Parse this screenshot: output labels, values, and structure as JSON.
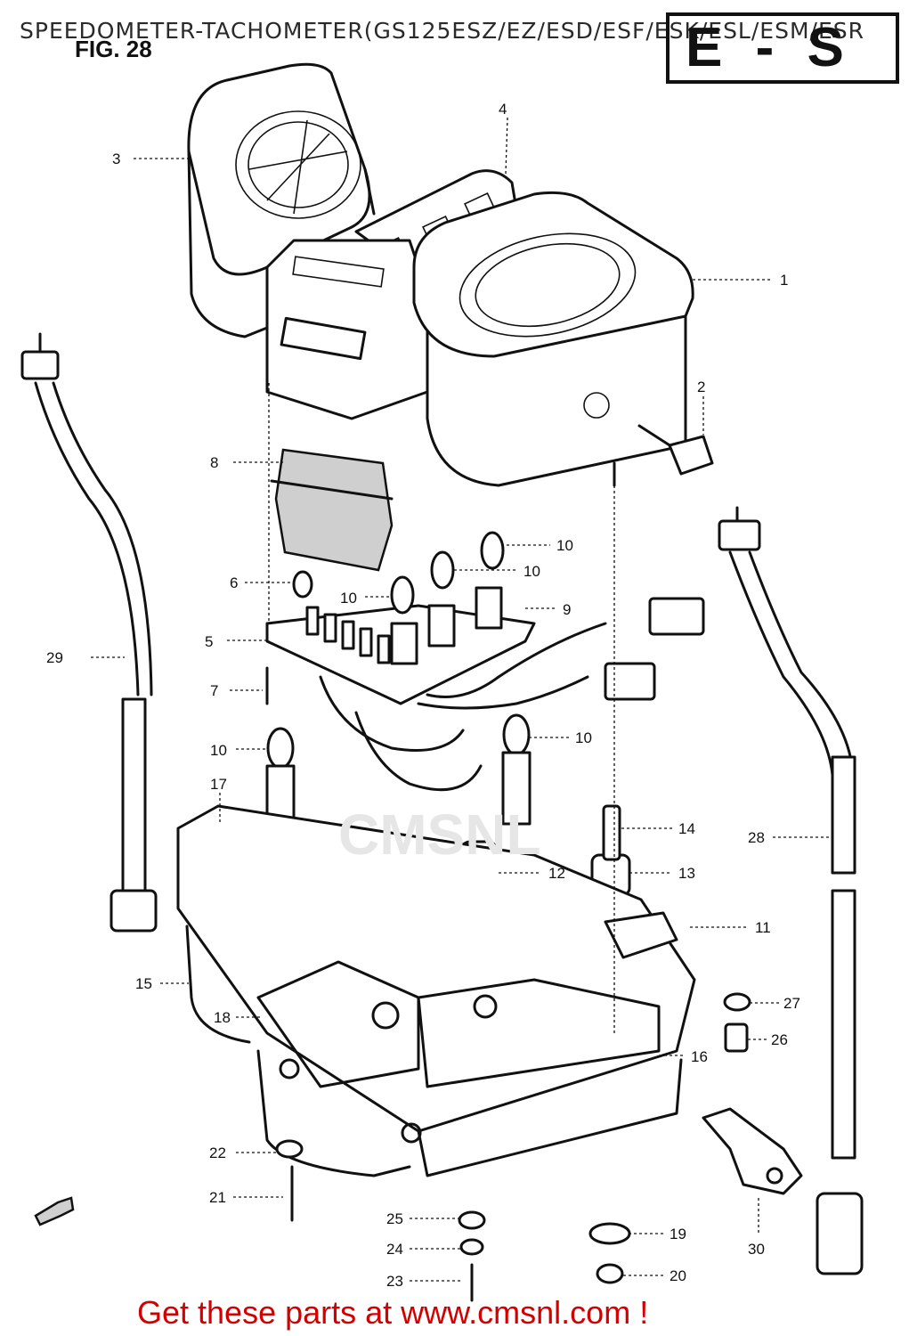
{
  "header": {
    "title": "SPEEDOMETER-TACHOMETER(GS125ESZ/EZ/ESD/ESF/ESK/ESL/ESM/ESR",
    "figure": "FIG. 28",
    "corner_code": "E - S"
  },
  "watermark": "CMSNL",
  "footer": {
    "link_text": "Get these parts at www.cmsnl.com !"
  },
  "callouts": [
    "1",
    "2",
    "3",
    "4",
    "5",
    "6",
    "7",
    "8",
    "9",
    "10",
    "10",
    "10",
    "10",
    "10",
    "11",
    "12",
    "13",
    "14",
    "15",
    "16",
    "17",
    "18",
    "19",
    "20",
    "21",
    "22",
    "23",
    "24",
    "25",
    "26",
    "27",
    "28",
    "29",
    "30"
  ]
}
